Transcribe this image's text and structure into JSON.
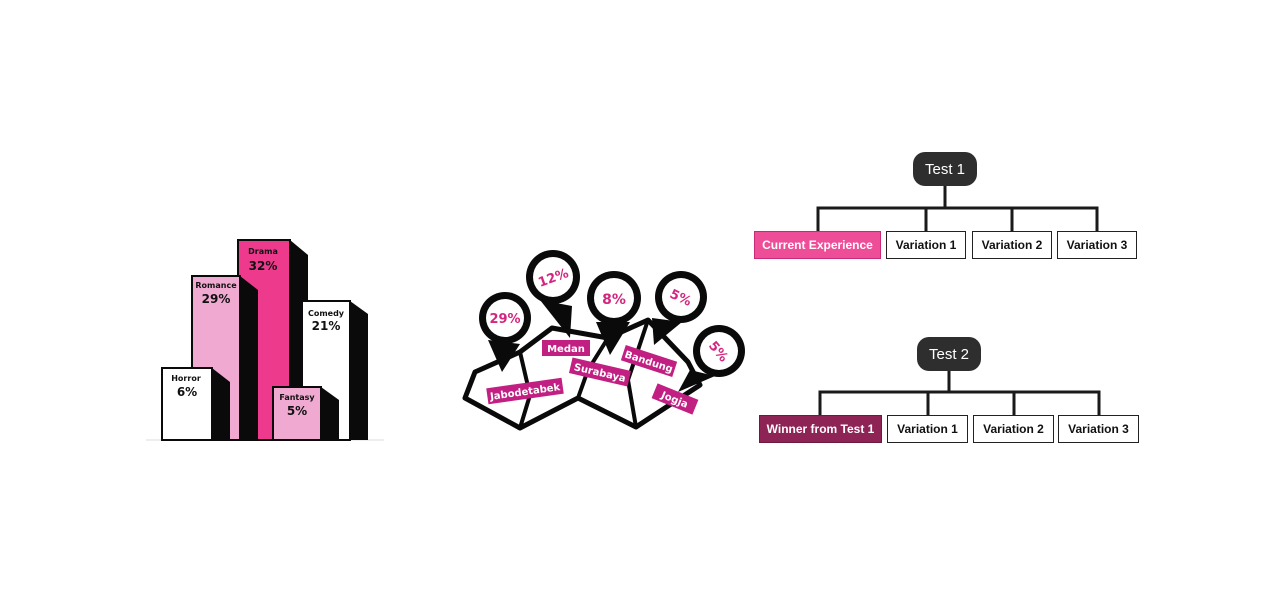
{
  "colors": {
    "pink": "#ee3a8c",
    "light_pink": "#f0a9d1",
    "magenta_label": "#c21f83",
    "dark_plum": "#8e2456",
    "black": "#0a0a0a",
    "root_bg": "#2e2e2e"
  },
  "genre_chart": {
    "bars": [
      {
        "name": "Horror",
        "value": "6%"
      },
      {
        "name": "Romance",
        "value": "29%"
      },
      {
        "name": "Drama",
        "value": "32%"
      },
      {
        "name": "Fantasy",
        "value": "5%"
      },
      {
        "name": "Comedy",
        "value": "21%"
      }
    ]
  },
  "city_map": {
    "pins": [
      "29%",
      "12%",
      "8%",
      "5%",
      "5%"
    ],
    "labels": [
      "Medan",
      "Bandung",
      "Surabaya",
      "Jabodetabek",
      "Jogja"
    ]
  },
  "tests": [
    {
      "root": "Test 1",
      "children": [
        "Current Experience",
        "Variation 1",
        "Variation 2",
        "Variation 3"
      ]
    },
    {
      "root": "Test 2",
      "children": [
        "Winner from Test 1",
        "Variation 1",
        "Variation 2",
        "Variation 3"
      ]
    }
  ]
}
